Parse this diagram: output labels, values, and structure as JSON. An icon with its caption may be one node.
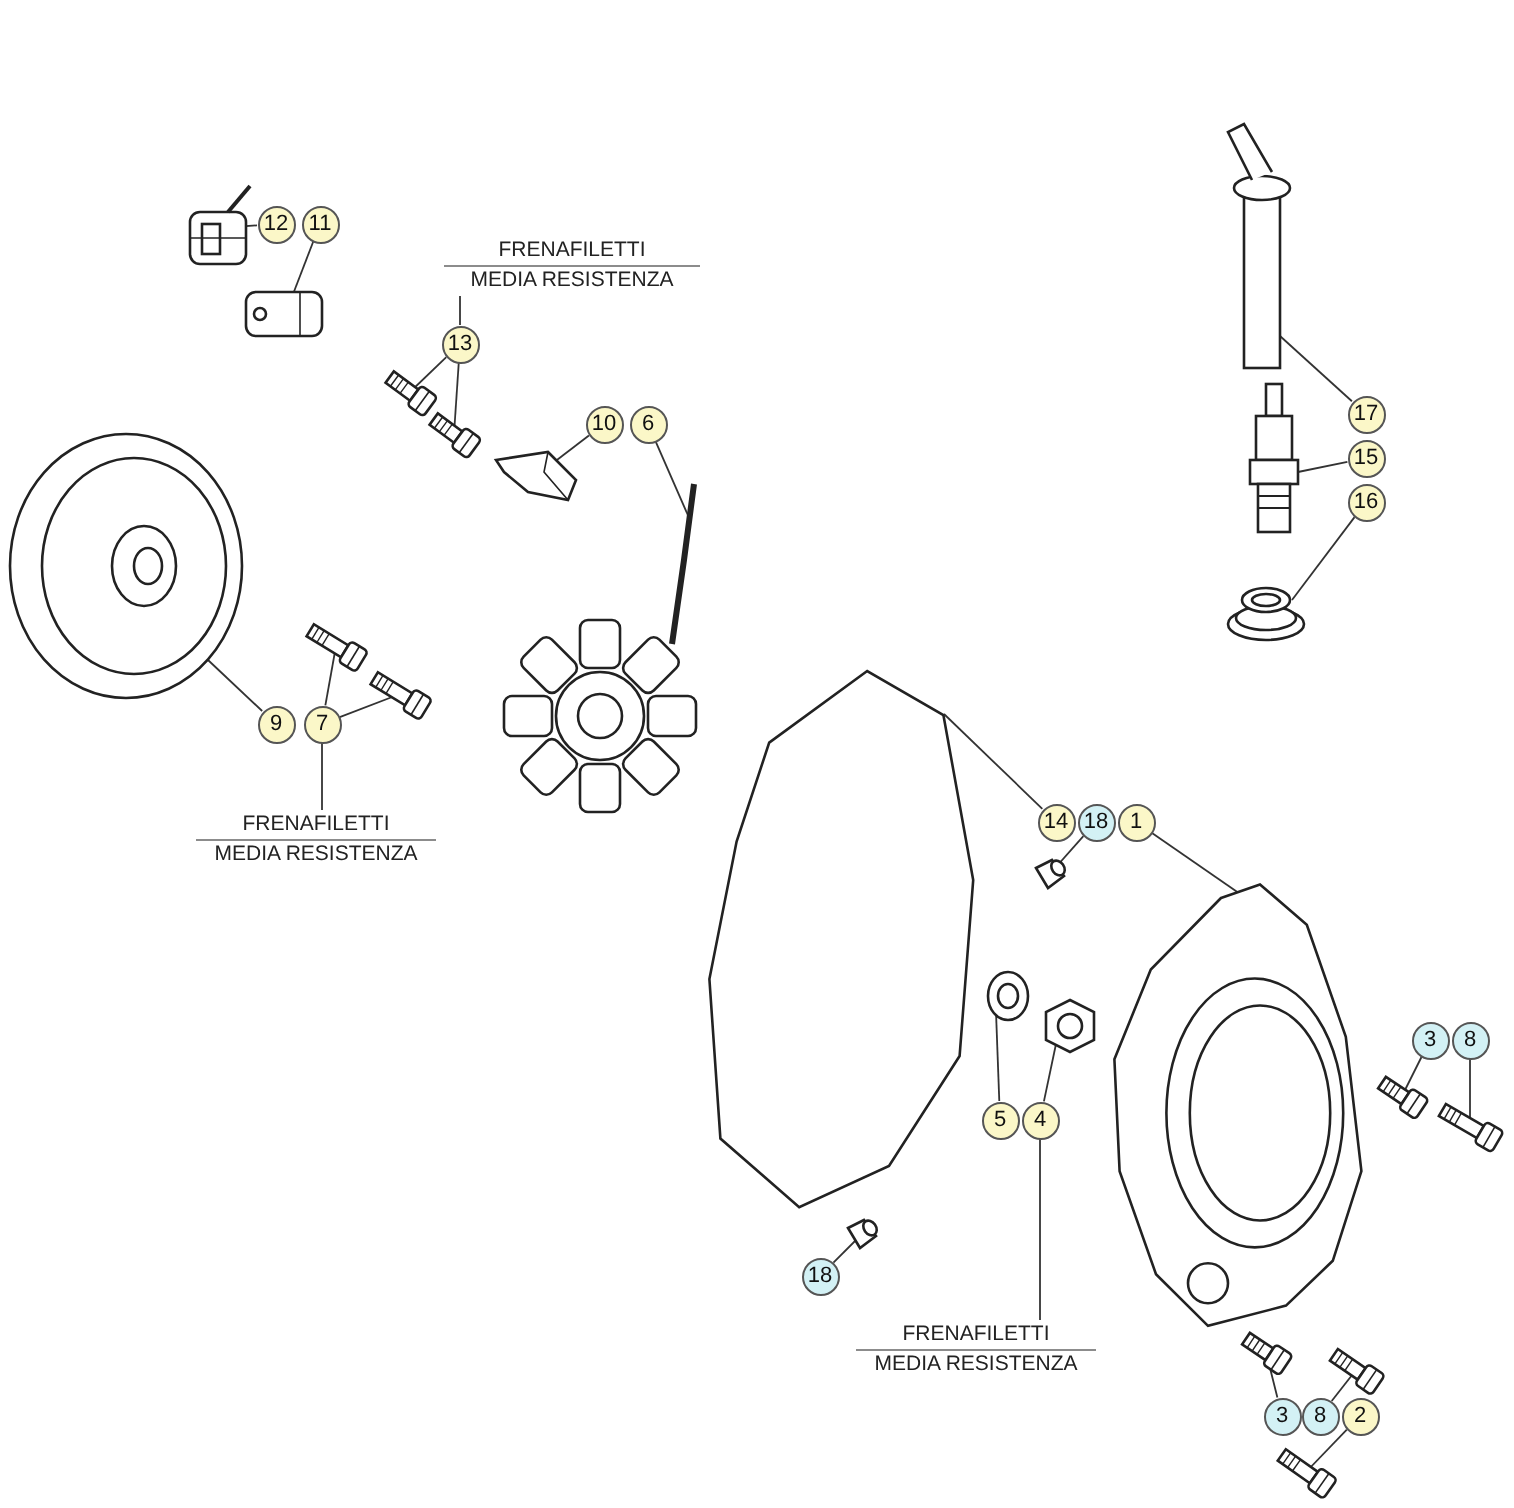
{
  "diagram": {
    "nodes": [
      {
        "text": [
          "12"
        ]
      },
      {
        "text": [
          "11"
        ]
      },
      {
        "text": [
          "13"
        ]
      },
      {
        "text": [
          "10"
        ]
      },
      {
        "text": [
          "6"
        ]
      },
      {
        "text": [
          "17"
        ]
      },
      {
        "text": [
          "15"
        ]
      },
      {
        "text": [
          "16"
        ]
      },
      {
        "text": [
          "9"
        ]
      },
      {
        "text": [
          "7"
        ]
      },
      {
        "text": [
          "14"
        ]
      },
      {
        "text": [
          "18"
        ]
      },
      {
        "text": [
          "1"
        ]
      },
      {
        "text": [
          "3"
        ]
      },
      {
        "text": [
          "8"
        ]
      },
      {
        "text": [
          "5"
        ]
      },
      {
        "text": [
          "4"
        ]
      },
      {
        "text": [
          "18"
        ]
      },
      {
        "text": [
          "3"
        ]
      },
      {
        "text": [
          "8"
        ]
      },
      {
        "text": [
          "2"
        ]
      },
      {
        "text": [
          "FRENAFILETTI",
          "MEDIA RESISTENZA"
        ]
      },
      {
        "text": [
          "FRENAFILETTI",
          "MEDIA RESISTENZA"
        ]
      },
      {
        "text": [
          "FRENAFILETTI",
          "MEDIA RESISTENZA"
        ]
      },
      {
        "text": [],
        "shape": "picture"
      },
      {
        "text": [],
        "shape": "picture"
      },
      {
        "text": [],
        "shape": "picture"
      },
      {
        "text": [],
        "shape": "picture"
      },
      {
        "text": [],
        "shape": "picture"
      },
      {
        "text": [],
        "shape": "picture"
      },
      {
        "text": [],
        "shape": "picture"
      },
      {
        "text": [],
        "shape": "picture"
      },
      {
        "text": [],
        "shape": "picture"
      },
      {
        "text": [],
        "shape": "picture"
      },
      {
        "text": [],
        "shape": "picture"
      },
      {
        "text": [],
        "shape": "picture"
      },
      {
        "text": [],
        "shape": "picture"
      },
      {
        "text": [],
        "shape": "picture"
      },
      {
        "text": [],
        "shape": "picture"
      },
      {
        "text": [],
        "shape": "picture"
      },
      {
        "text": [],
        "shape": "picture"
      },
      {
        "text": [],
        "shape": "picture"
      },
      {
        "text": [],
        "shape": "picture"
      },
      {
        "text": [],
        "shape": "picture"
      },
      {
        "text": [],
        "shape": "picture"
      },
      {
        "text": [],
        "shape": "picture"
      },
      {
        "text": [],
        "shape": "picture"
      }
    ],
    "edges": [
      {
        "from": 0,
        "to": 24,
        "arrow": "none"
      },
      {
        "from": 1,
        "to": 25,
        "arrow": "none"
      },
      {
        "from": 2,
        "to": 26,
        "arrow": "none"
      },
      {
        "from": 2,
        "to": 27,
        "arrow": "none"
      },
      {
        "from": 3,
        "to": 28,
        "arrow": "none"
      },
      {
        "from": 4,
        "to": 29,
        "arrow": "none"
      },
      {
        "from": 5,
        "to": 36,
        "arrow": "none"
      },
      {
        "from": 6,
        "to": 37,
        "arrow": "none"
      },
      {
        "from": 7,
        "to": 38,
        "arrow": "none"
      },
      {
        "from": 8,
        "to": 30,
        "arrow": "none"
      },
      {
        "from": 9,
        "to": 31,
        "arrow": "none"
      },
      {
        "from": 9,
        "to": 32,
        "arrow": "none"
      },
      {
        "from": 10,
        "to": 33,
        "arrow": "none"
      },
      {
        "from": 11,
        "to": 34,
        "arrow": "none"
      },
      {
        "from": 12,
        "to": 35,
        "arrow": "none"
      },
      {
        "from": 13,
        "to": 42,
        "arrow": "none"
      },
      {
        "from": 14,
        "to": 43,
        "arrow": "none"
      },
      {
        "from": 15,
        "to": 39,
        "arrow": "none"
      },
      {
        "from": 16,
        "to": 40,
        "arrow": "none"
      },
      {
        "from": 17,
        "to": 41,
        "arrow": "none"
      },
      {
        "from": 18,
        "to": 44,
        "arrow": "none"
      },
      {
        "from": 19,
        "to": 45,
        "arrow": "none"
      },
      {
        "from": 20,
        "to": 46,
        "arrow": "none"
      },
      {
        "from": 21,
        "to": 2,
        "arrow": "none"
      },
      {
        "from": 22,
        "to": 9,
        "arrow": "none"
      },
      {
        "from": 23,
        "to": 16,
        "arrow": "none"
      }
    ]
  }
}
